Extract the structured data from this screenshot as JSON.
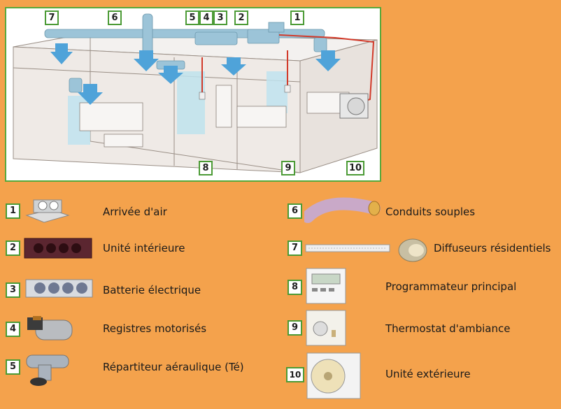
{
  "diagram": {
    "callouts": [
      "1",
      "2",
      "3",
      "4",
      "5",
      "6",
      "7",
      "8",
      "9",
      "10"
    ]
  },
  "legend": {
    "items": [
      {
        "number": "1",
        "label": "Arrivée d'air",
        "icon": "air-inlet-icon"
      },
      {
        "number": "2",
        "label": "Unité intérieure",
        "icon": "indoor-unit-icon"
      },
      {
        "number": "3",
        "label": "Batterie électrique",
        "icon": "electric-coil-icon"
      },
      {
        "number": "4",
        "label": "Registres motorisés",
        "icon": "motorized-damper-icon"
      },
      {
        "number": "5",
        "label": "Répartiteur aéraulique (Té)",
        "icon": "tee-splitter-icon"
      },
      {
        "number": "6",
        "label": "Conduits souples",
        "icon": "flexible-duct-icon"
      },
      {
        "number": "7",
        "label": "Diffuseurs résidentiels",
        "icon": "diffuser-icon"
      },
      {
        "number": "8",
        "label": "Programmateur principal",
        "icon": "programmer-icon"
      },
      {
        "number": "9",
        "label": "Thermostat d'ambiance",
        "icon": "thermostat-icon"
      },
      {
        "number": "10",
        "label": "Unité extérieure",
        "icon": "outdoor-unit-icon"
      }
    ]
  },
  "colors": {
    "background": "#F4A24C",
    "frame": "#58A83B",
    "duct": "#9CC4D8",
    "airflow": "#4FA3D9",
    "refrigerant_line": "#D23A2A"
  }
}
